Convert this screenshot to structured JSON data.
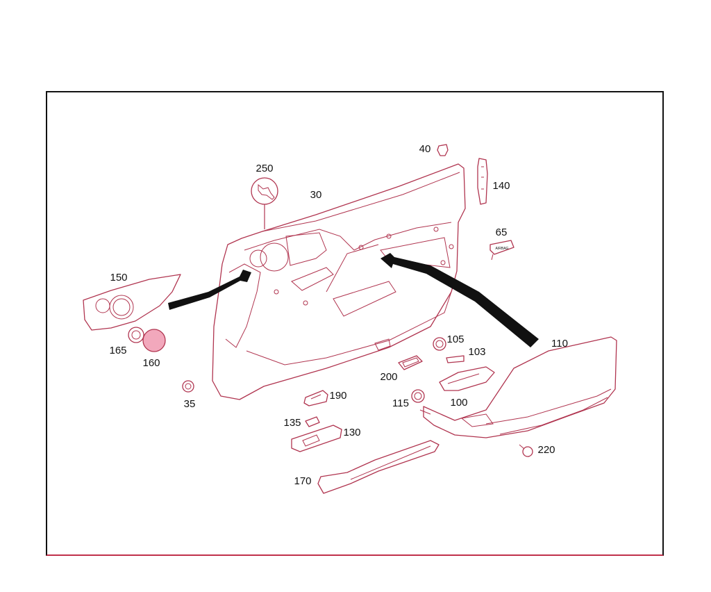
{
  "diagram": {
    "labels": {
      "p250": "250",
      "p30": "30",
      "p40": "40",
      "p140": "140",
      "p65": "65",
      "p150": "150",
      "p165": "165",
      "p160": "160",
      "p35": "35",
      "p105": "105",
      "p103": "103",
      "p110": "110",
      "p200": "200",
      "p190": "190",
      "p115": "115",
      "p100": "100",
      "p135": "135",
      "p130": "130",
      "p220": "220",
      "p170": "170"
    },
    "badge_text": "AIRBAG",
    "service_icon": "wrench-icon",
    "colors": {
      "line": "#b0344f",
      "text": "#111111",
      "speaker_fill": "#f2a8bc"
    }
  }
}
